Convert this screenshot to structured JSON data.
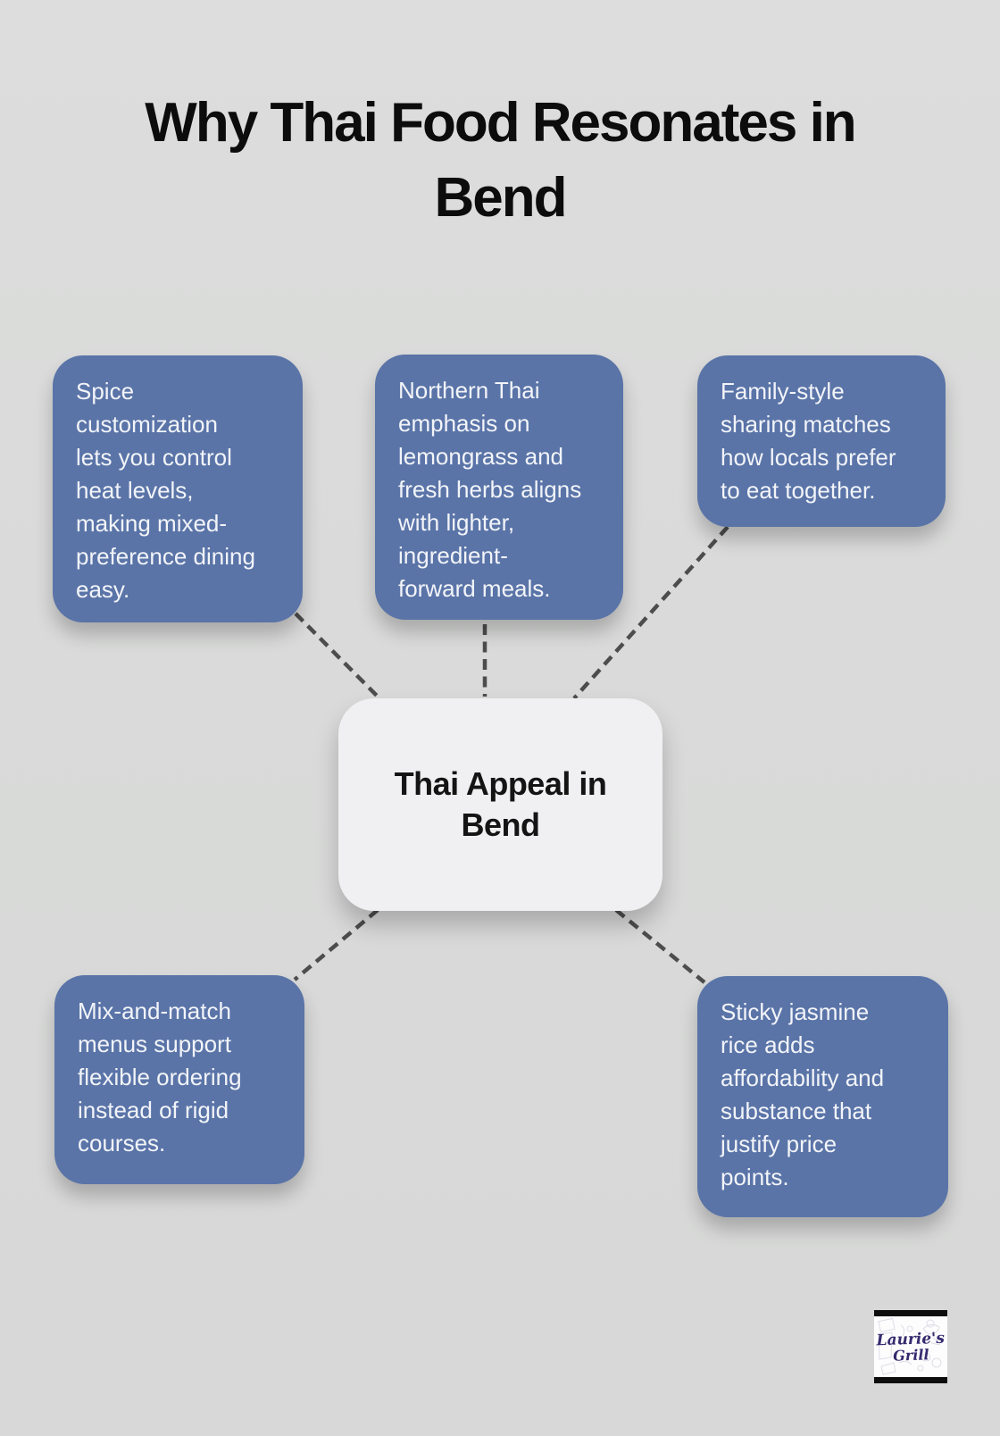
{
  "title": "Why Thai Food Resonates in\nBend",
  "center": {
    "label": "Thai Appeal in\nBend"
  },
  "nodes": [
    {
      "id": "spice-customization",
      "text": "Spice\ncustomization\nlets you control\nheat levels,\nmaking mixed-\npreference dining\neasy."
    },
    {
      "id": "northern-thai",
      "text": "Northern Thai\nemphasis on\nlemongrass and\nfresh herbs aligns\nwith lighter,\ningredient-\nforward meals."
    },
    {
      "id": "family-style",
      "text": "Family-style\nsharing matches\nhow locals prefer\nto eat together."
    },
    {
      "id": "mix-and-match",
      "text": "Mix-and-match\nmenus support\nflexible ordering\ninstead of rigid\ncourses."
    },
    {
      "id": "sticky-jasmine-rice",
      "text": "Sticky jasmine\nrice adds\naffordability and\nsubstance that\njustify price\npoints."
    }
  ],
  "logo": {
    "line1": "Laurie's",
    "line2": "Grill"
  },
  "colors": {
    "background": "#d9dad9",
    "node": "#5a74a8",
    "node_text": "#f2f4f8",
    "center_bg": "#f0f0f2",
    "center_text": "#141414",
    "connector": "#4d4d4d",
    "title": "#0c0c0c",
    "logo_text": "#352a6e"
  }
}
